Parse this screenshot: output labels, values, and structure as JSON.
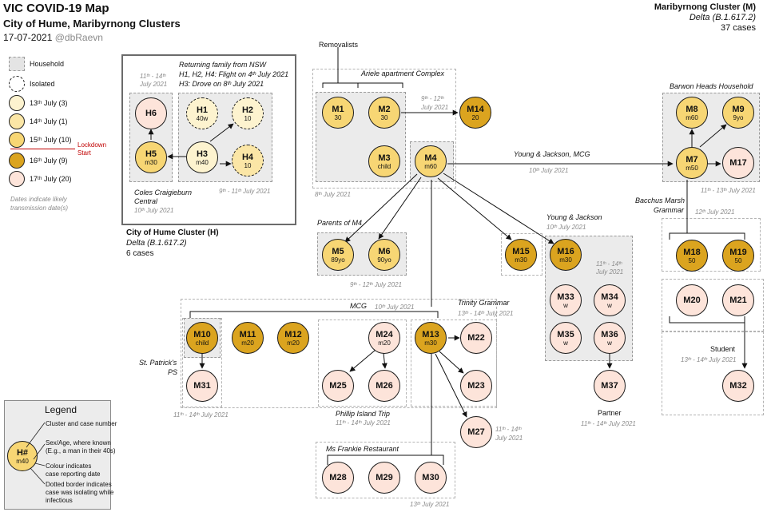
{
  "header": {
    "title": "VIC COVID-19 Map",
    "subtitle": "City of Hume, Maribyrnong Clusters",
    "date": "17-07-2021",
    "handle": "@dbRaevn"
  },
  "maribyrnong_cluster": {
    "title": "Maribyrnong Cluster (M)",
    "variant": "Delta (B.1.617.2)",
    "cases": "37 cases"
  },
  "hume_cluster": {
    "title": "City of Hume Cluster (H)",
    "variant": "Delta (B.1.617.2)",
    "cases": "6 cases"
  },
  "key": {
    "household": "Household",
    "isolated": "Isolated",
    "d13": "13ᵗʰ July (3)",
    "d14": "14ᵗʰ July (1)",
    "d15": "15ᵗʰ July (10)",
    "d16": "16ᵗʰ July (9)",
    "d17": "17ᵗʰ July (20)",
    "lockdown": "Lockdown Start",
    "note1": "Dates indicate likely",
    "note2": "transmission date(s)"
  },
  "legend": {
    "title": "Legend",
    "node_id": "H#",
    "node_sub": "m40",
    "cluster": "Cluster and case number",
    "sexage1": "Sex/Age, where known",
    "sexage2": "(E.g., a man in their 40s)",
    "colour1": "Colour indicates",
    "colour2": "case reporting date",
    "dotted1": "Dotted border indicates",
    "dotted2": "case was isolating while",
    "dotted3": "infectious"
  },
  "labels": {
    "returning": "Returning family from NSW",
    "flight": "H1, H2, H4: Flight on 4ᵗʰ July 2021",
    "drove": "H3: Drove on 8ᵗʰ July 2021",
    "hume_date_tl1": "11ᵗʰ - 14ᵗʰ",
    "hume_date_tl2": "July 2021",
    "hume_date_br": "9ᵗʰ - 11ᵗʰ July 2021",
    "coles1": "Coles Craigieburn",
    "coles2": "Central",
    "coles_date": "10ᵗʰ July 2021",
    "removalists": "Removalists",
    "ariele": "Ariele apartment Complex",
    "ariele_date1": "9ᵗʰ - 12ᵗʰ",
    "ariele_date2": "July 2021",
    "ariele_date3": "8ᵗʰ July 2021",
    "yj_mcg": "Young & Jackson, MCG",
    "yj_mcg_date": "10ᵗʰ July 2021",
    "barwon": "Barwon Heads Household",
    "barwon_date": "11ᵗʰ - 13ᵗʰ July 2021",
    "bacchus1": "Bacchus Marsh",
    "bacchus2": "Grammar",
    "bacchus_date": "12ᵗʰ July 2021",
    "parents": "Parents of M4",
    "parents_date": "9ᵗʰ - 12ᵗʰ July 2021",
    "yj": "Young & Jackson",
    "yj_date": "10ᵗʰ July 2021",
    "m16_date1": "11ᵗʰ - 14ᵗʰ",
    "m16_date2": "July 2021",
    "mcg": "MCG",
    "mcg_date": "10ᵗʰ July 2021",
    "trinity": "Trinity Grammar",
    "trinity_date": "13ᵗʰ - 14ᵗʰ July 2021",
    "stpatricks1": "St. Patrick's",
    "stpatricks2": "PS",
    "stpatricks_date": "11ᵗʰ - 14ᵗʰ July 2021",
    "phillip": "Phillip Island Trip",
    "phillip_date": "11ᵗʰ - 14ᵗʰ July 2021",
    "m27_date1": "11ᵗʰ - 14ᵗʰ",
    "m27_date2": "July 2021",
    "partner": "Partner",
    "partner_date": "11ᵗʰ - 14ᵗʰ July 2021",
    "student": "Student",
    "student_date": "13ᵗʰ - 14ᵗʰ July 2021",
    "frankie": "Ms Frankie Restaurant",
    "frankie_date": "13ᵗʰ July 2021"
  },
  "nodes": {
    "H6": {
      "id": "H6",
      "sub": ""
    },
    "H1": {
      "id": "H1",
      "sub": "40w"
    },
    "H2": {
      "id": "H2",
      "sub": "10"
    },
    "H5": {
      "id": "H5",
      "sub": "m30"
    },
    "H3": {
      "id": "H3",
      "sub": "m40"
    },
    "H4": {
      "id": "H4",
      "sub": "10"
    },
    "M1": {
      "id": "M1",
      "sub": "30"
    },
    "M2": {
      "id": "M2",
      "sub": "30"
    },
    "M3": {
      "id": "M3",
      "sub": "child"
    },
    "M4": {
      "id": "M4",
      "sub": "m60"
    },
    "M14": {
      "id": "M14",
      "sub": "20"
    },
    "M8": {
      "id": "M8",
      "sub": "m60"
    },
    "M9": {
      "id": "M9",
      "sub": "9yo"
    },
    "M7": {
      "id": "M7",
      "sub": "m50"
    },
    "M17": {
      "id": "M17",
      "sub": ""
    },
    "M5": {
      "id": "M5",
      "sub": "89yo"
    },
    "M6": {
      "id": "M6",
      "sub": "90yo"
    },
    "M15": {
      "id": "M15",
      "sub": "m30"
    },
    "M16": {
      "id": "M16",
      "sub": "m30"
    },
    "M18": {
      "id": "M18",
      "sub": "50"
    },
    "M19": {
      "id": "M19",
      "sub": "50"
    },
    "M33": {
      "id": "M33",
      "sub": "w"
    },
    "M34": {
      "id": "M34",
      "sub": "w"
    },
    "M35": {
      "id": "M35",
      "sub": "w"
    },
    "M36": {
      "id": "M36",
      "sub": "w"
    },
    "M20": {
      "id": "M20",
      "sub": ""
    },
    "M21": {
      "id": "M21",
      "sub": ""
    },
    "M10": {
      "id": "M10",
      "sub": "child"
    },
    "M11": {
      "id": "M11",
      "sub": "m20"
    },
    "M12": {
      "id": "M12",
      "sub": "m20"
    },
    "M24": {
      "id": "M24",
      "sub": "m20"
    },
    "M13": {
      "id": "M13",
      "sub": "m30"
    },
    "M22": {
      "id": "M22",
      "sub": ""
    },
    "M31": {
      "id": "M31",
      "sub": ""
    },
    "M25": {
      "id": "M25",
      "sub": ""
    },
    "M26": {
      "id": "M26",
      "sub": ""
    },
    "M23": {
      "id": "M23",
      "sub": ""
    },
    "M37": {
      "id": "M37",
      "sub": ""
    },
    "M32": {
      "id": "M32",
      "sub": ""
    },
    "M27": {
      "id": "M27",
      "sub": ""
    },
    "M28": {
      "id": "M28",
      "sub": ""
    },
    "M29": {
      "id": "M29",
      "sub": ""
    },
    "M30": {
      "id": "M30",
      "sub": ""
    }
  },
  "colors": {
    "d13": "#fdf3cf",
    "d14": "#fbe6a6",
    "d15": "#f7d674",
    "d16": "#dba41f",
    "d17": "#fde4da",
    "lockdown": "#c00000"
  }
}
